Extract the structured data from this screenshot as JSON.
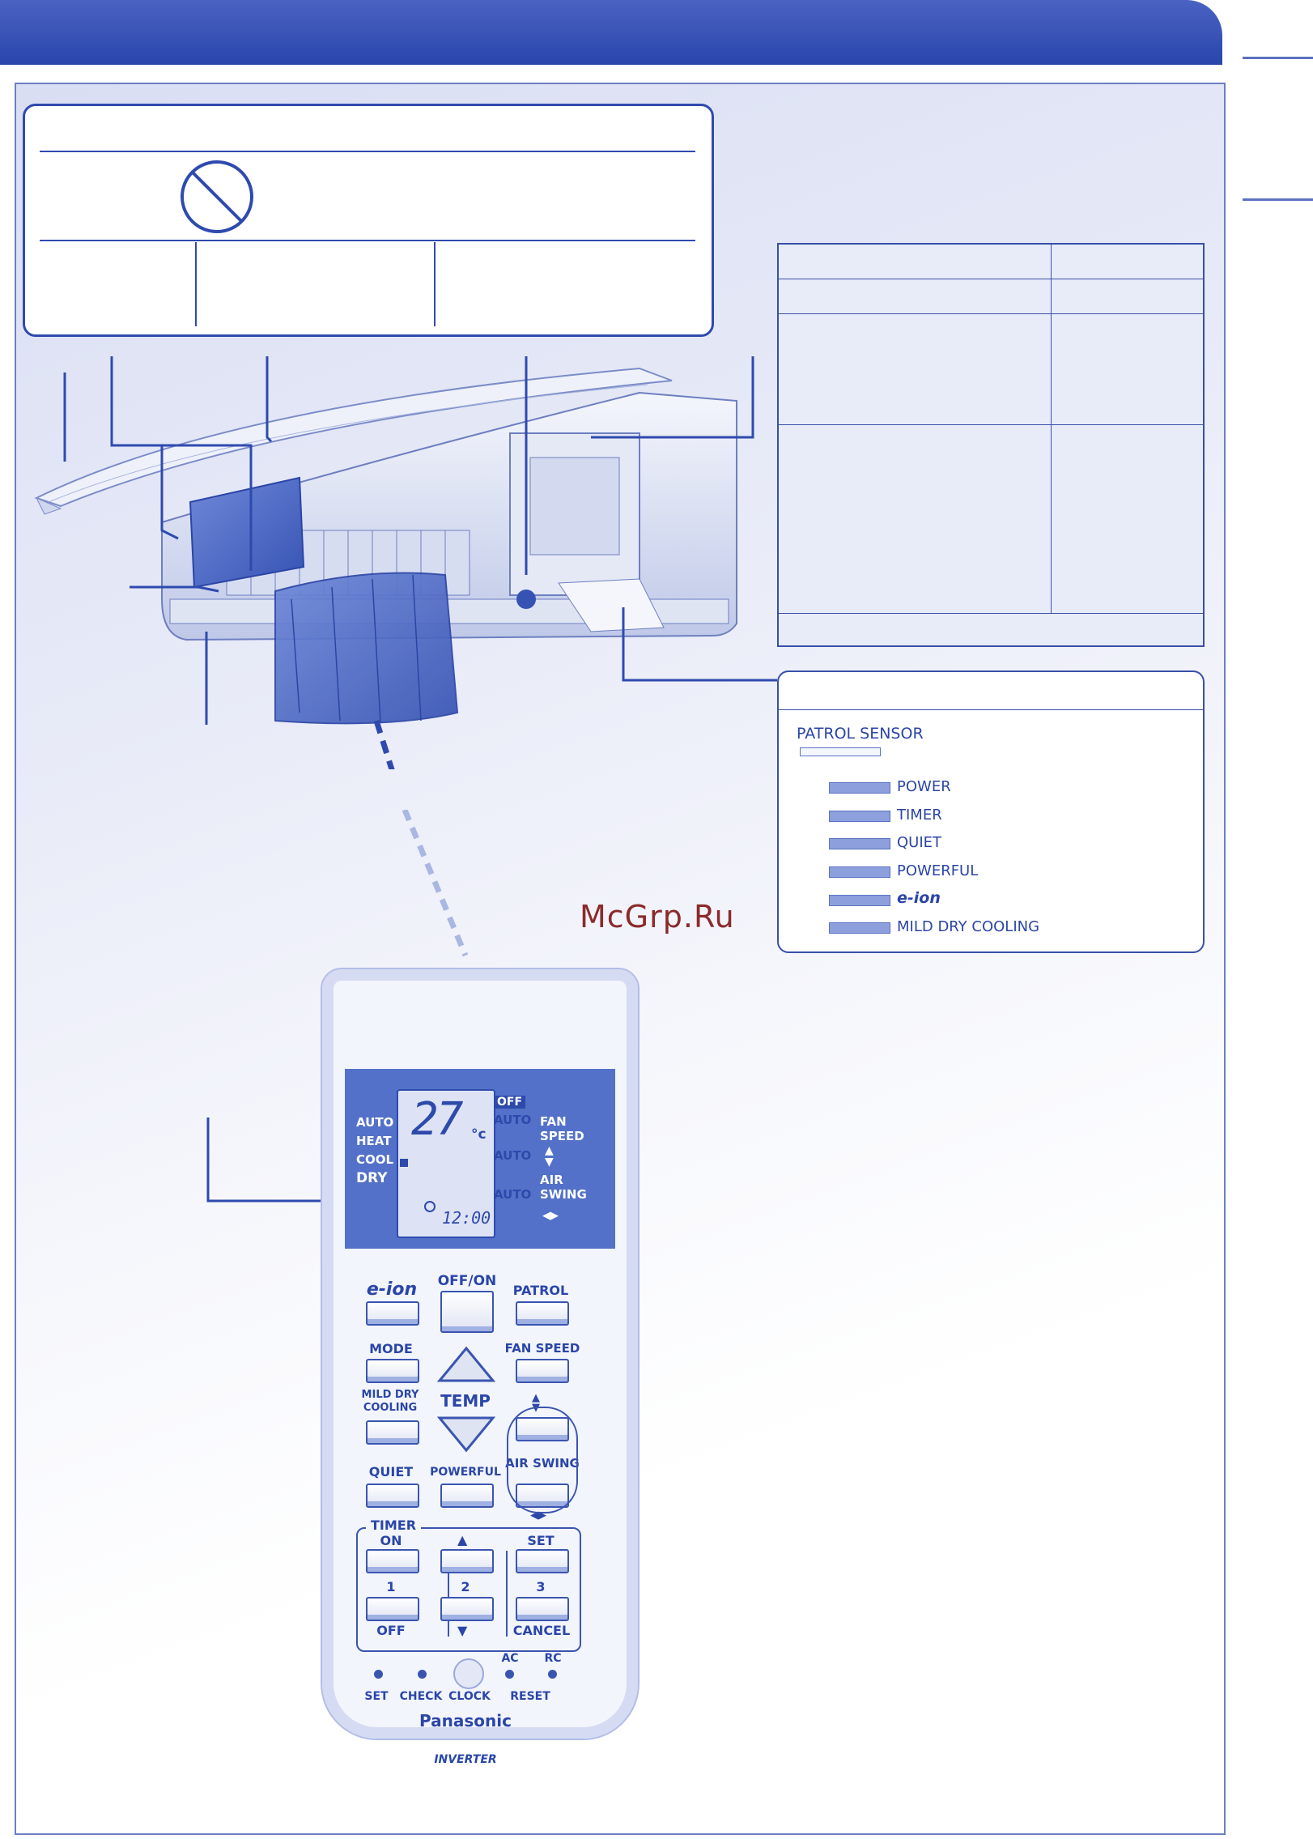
{
  "watermark": "McGrp.Ru",
  "indicator_panel": {
    "patrol_sensor": "PATROL SENSOR",
    "items": [
      {
        "label": "POWER"
      },
      {
        "label": "TIMER"
      },
      {
        "label": "QUIET"
      },
      {
        "label": "POWERFUL"
      },
      {
        "label": "e-ion",
        "style": "logo"
      },
      {
        "label": "MILD DRY COOLING"
      }
    ]
  },
  "remote": {
    "display": {
      "modes": [
        "AUTO",
        "HEAT",
        "COOL",
        "DRY"
      ],
      "temperature": "27",
      "temp_unit": "°c",
      "fan_off": "OFF",
      "fan_auto": "AUTO",
      "swing_auto_1": "AUTO",
      "swing_auto_2": "AUTO",
      "time": "12:00",
      "fan_speed_label": "FAN SPEED",
      "air_swing_label": "AIR SWING"
    },
    "buttons": {
      "eion": "e-ion",
      "offon": "OFF/ON",
      "patrol": "PATROL",
      "mode": "MODE",
      "fan_speed": "FAN SPEED",
      "mild_dry_cooling": "MILD DRY COOLING",
      "temp": "TEMP",
      "quiet": "QUIET",
      "powerful": "POWERFUL",
      "air_swing": "AIR SWING",
      "timer": "TIMER",
      "on": "ON",
      "set": "SET",
      "one": "1",
      "two": "2",
      "three": "3",
      "off": "OFF",
      "cancel": "CANCEL",
      "ac": "AC",
      "rc": "RC",
      "set_small": "SET",
      "check": "CHECK",
      "clock": "CLOCK",
      "reset": "RESET"
    },
    "brand": "Panasonic",
    "inverter": "INVERTER"
  },
  "colors": {
    "accent": "#2a45ac",
    "panel_blue": "#5371c8",
    "light_blue": "#d9def3"
  }
}
